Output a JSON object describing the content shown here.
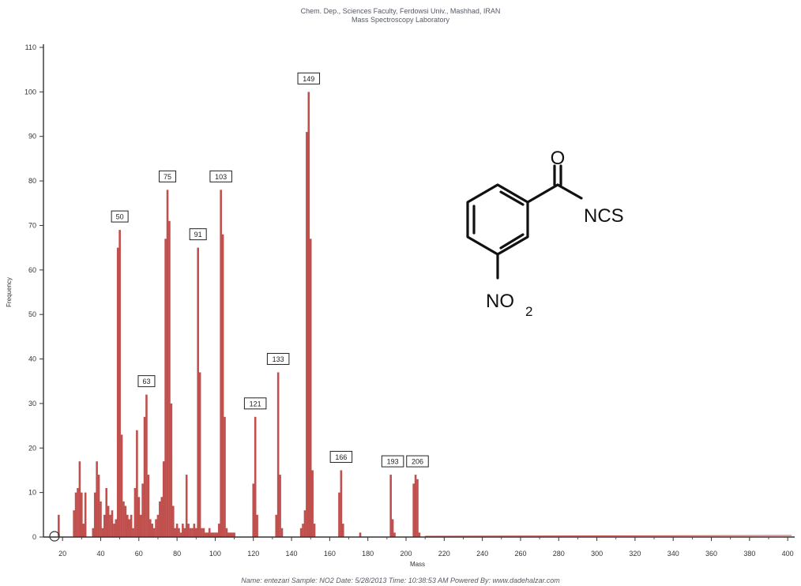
{
  "header": {
    "line1": "Chem. Dep., Sciences Faculty, Ferdowsi Univ., Mashhad, IRAN",
    "line2": "Mass Spectroscopy Laboratory"
  },
  "footer": {
    "text": "Name: entezari    Sample: NO2    Date: 5/28/2013    Time: 10:38:53 AM    Powered By: www.dadehalzar.com"
  },
  "structure": {
    "atom_o": "O",
    "group_ncs": "NCS",
    "group_no2": "NO",
    "no2_subscript": "2"
  },
  "colors": {
    "bar": "#c0504d",
    "axis": "#333333"
  },
  "chart_data": {
    "type": "bar",
    "xlabel": "Mass",
    "ylabel": "Frequency",
    "xlim": [
      10,
      402
    ],
    "ylim": [
      0,
      110
    ],
    "xticks": [
      20,
      40,
      60,
      80,
      100,
      120,
      140,
      160,
      180,
      200,
      220,
      240,
      260,
      280,
      300,
      320,
      340,
      360,
      380,
      400
    ],
    "yticks": [
      0,
      10,
      20,
      30,
      40,
      50,
      60,
      70,
      80,
      90,
      100,
      110
    ],
    "x": [
      18,
      26,
      27,
      28,
      29,
      30,
      31,
      32,
      36,
      37,
      38,
      39,
      40,
      41,
      42,
      43,
      44,
      45,
      46,
      47,
      48,
      49,
      50,
      51,
      52,
      53,
      54,
      55,
      56,
      57,
      58,
      59,
      60,
      61,
      62,
      63,
      64,
      65,
      66,
      67,
      68,
      69,
      70,
      71,
      72,
      73,
      74,
      75,
      76,
      77,
      78,
      79,
      80,
      81,
      82,
      83,
      84,
      85,
      86,
      87,
      88,
      89,
      90,
      91,
      92,
      93,
      94,
      95,
      96,
      97,
      98,
      99,
      100,
      101,
      102,
      103,
      104,
      105,
      106,
      107,
      108,
      109,
      110,
      120,
      121,
      122,
      132,
      133,
      134,
      135,
      145,
      146,
      147,
      148,
      149,
      150,
      151,
      152,
      165,
      166,
      167,
      176,
      192,
      193,
      194,
      204,
      205,
      206,
      207
    ],
    "values": [
      5,
      6,
      10,
      11,
      17,
      10,
      3,
      10,
      2,
      10,
      17,
      14,
      8,
      2,
      5,
      11,
      7,
      5,
      6,
      3,
      4,
      65,
      69,
      23,
      8,
      7,
      5,
      4,
      5,
      2,
      11,
      24,
      9,
      5,
      12,
      27,
      32,
      14,
      4,
      3,
      2,
      4,
      5,
      8,
      9,
      17,
      67,
      78,
      71,
      30,
      7,
      2,
      3,
      2,
      1,
      3,
      2,
      14,
      3,
      2,
      2,
      3,
      2,
      65,
      37,
      2,
      2,
      1,
      1,
      2,
      1,
      1,
      1,
      1,
      3,
      78,
      68,
      27,
      2,
      1,
      1,
      1,
      1,
      12,
      27,
      5,
      5,
      37,
      14,
      2,
      2,
      3,
      6,
      91,
      100,
      67,
      15,
      3,
      10,
      15,
      3,
      1,
      14,
      4,
      1,
      12,
      14,
      13,
      1
    ],
    "peak_labels": [
      "50",
      "63",
      "75",
      "91",
      "103",
      "121",
      "133",
      "149",
      "166",
      "193",
      "206"
    ],
    "peak_positions": [
      {
        "x": 50,
        "y": 69
      },
      {
        "x": 64,
        "y": 32
      },
      {
        "x": 75,
        "y": 78
      },
      {
        "x": 91,
        "y": 65
      },
      {
        "x": 103,
        "y": 78
      },
      {
        "x": 121,
        "y": 27
      },
      {
        "x": 133,
        "y": 37
      },
      {
        "x": 149,
        "y": 100
      },
      {
        "x": 166,
        "y": 15
      },
      {
        "x": 193,
        "y": 14
      },
      {
        "x": 206,
        "y": 14
      }
    ]
  }
}
